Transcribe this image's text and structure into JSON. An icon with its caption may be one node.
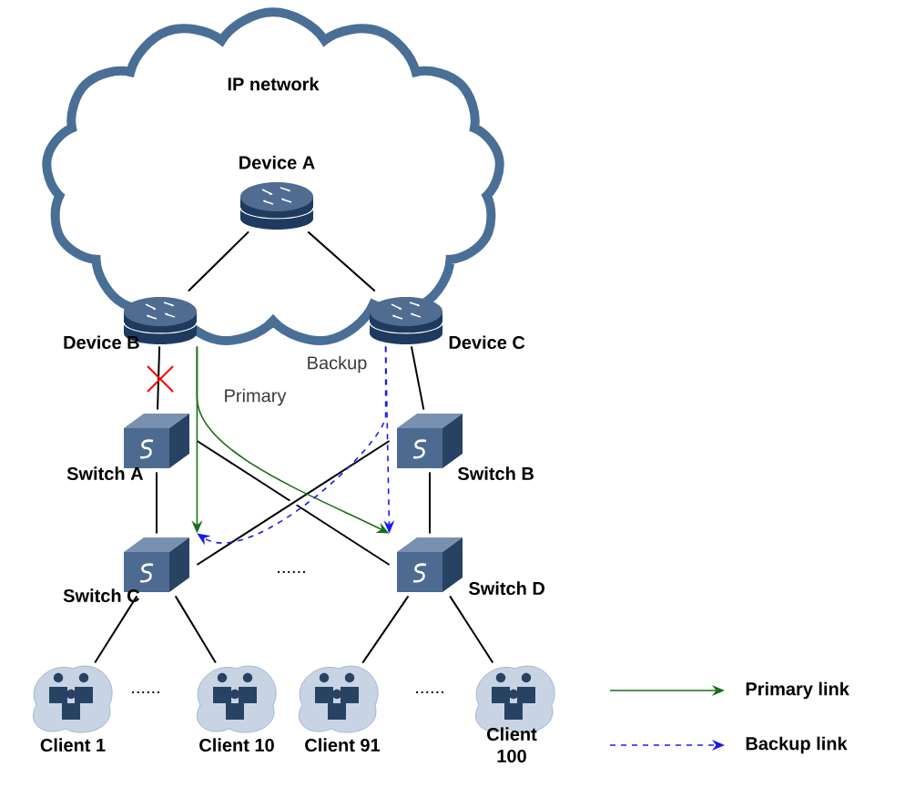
{
  "diagram": {
    "nodes": [
      {
        "text": [
          "IP network"
        ]
      },
      {
        "text": [
          "Device A"
        ],
        "in": 0
      },
      {
        "text": [
          "Device B"
        ]
      },
      {
        "text": [
          "Device C"
        ]
      },
      {
        "text": [
          "Switch A"
        ]
      },
      {
        "text": [
          "Switch B"
        ]
      },
      {
        "text": [
          "Switch C"
        ]
      },
      {
        "text": [
          "Switch D"
        ]
      },
      {
        "text": [
          "Client 1"
        ]
      },
      {
        "text": [
          "Client 10"
        ]
      },
      {
        "text": [
          "Client 91"
        ]
      },
      {
        "text": [
          "Client 100"
        ]
      }
    ],
    "edges": [
      {
        "from": 1,
        "to": 2,
        "arrow": "none"
      },
      {
        "from": 1,
        "to": 3,
        "arrow": "none"
      },
      {
        "from": 2,
        "to": 4,
        "arrow": "none"
      },
      {
        "from": 3,
        "to": 5,
        "arrow": "none"
      },
      {
        "from": 4,
        "to": 6,
        "arrow": "none"
      },
      {
        "from": 4,
        "to": 7,
        "arrow": "none"
      },
      {
        "from": 5,
        "to": 6,
        "arrow": "none"
      },
      {
        "from": 5,
        "to": 7,
        "arrow": "none"
      },
      {
        "from": 6,
        "to": 8,
        "arrow": "none"
      },
      {
        "from": 6,
        "to": 9,
        "arrow": "none"
      },
      {
        "from": 7,
        "to": 10,
        "arrow": "none"
      },
      {
        "from": 7,
        "to": 11,
        "arrow": "none"
      },
      {
        "from": 2,
        "to": 6,
        "arrow": "to",
        "label": "Primary",
        "color": "#1b6e1b"
      },
      {
        "from": 2,
        "to": 7,
        "arrow": "to",
        "color": "#1b6e1b"
      },
      {
        "from": 3,
        "to": 7,
        "arrow": "to",
        "label": "Backup",
        "style": "dashed",
        "color": "#1a1aee"
      },
      {
        "from": 3,
        "to": 6,
        "arrow": "to",
        "style": "dashed",
        "color": "#1a1aee"
      }
    ],
    "labels": [
      "......",
      "......",
      "......"
    ],
    "legend": [
      {
        "text": "Primary link"
      },
      {
        "text": "Backup link"
      }
    ]
  }
}
